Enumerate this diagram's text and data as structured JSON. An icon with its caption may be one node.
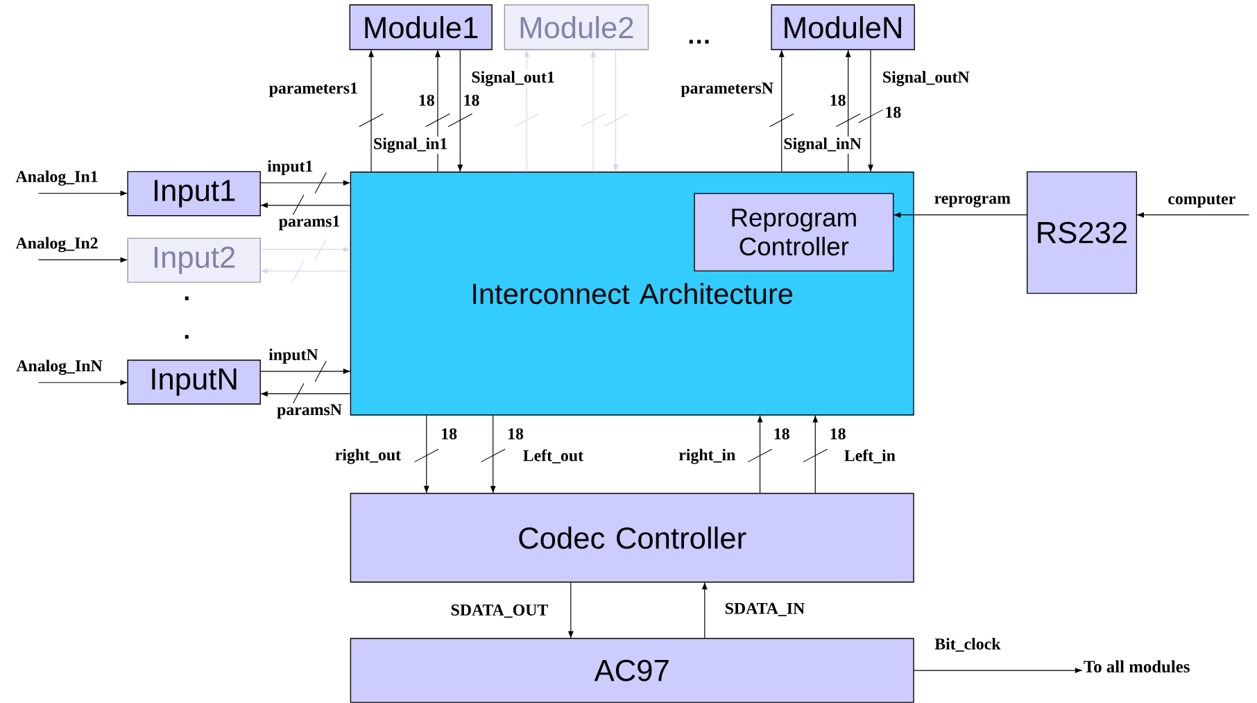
{
  "diagram": {
    "nodes": [
      {
        "text": [
          "Module1"
        ]
      },
      {
        "text": [
          "Module2"
        ]
      },
      {
        "text": [
          "ModuleN"
        ]
      },
      {
        "text": [
          "Input1"
        ]
      },
      {
        "text": [
          "Input2"
        ]
      },
      {
        "text": [
          "InputN"
        ]
      },
      {
        "text": [
          "Interconnect Architecture"
        ]
      },
      {
        "text": [
          "Reprogram Controller"
        ],
        "in": 6
      },
      {
        "text": [
          "RS232"
        ]
      },
      {
        "text": [
          "Codec Controller"
        ]
      },
      {
        "text": [
          "AC97"
        ]
      },
      {
        "text": [
          "To all modules"
        ]
      }
    ],
    "edges": [
      {
        "from": 6,
        "to": 0,
        "arrow": "to",
        "label": "parameters1"
      },
      {
        "from": 6,
        "to": 0,
        "arrow": "to",
        "label": "Signal_in1"
      },
      {
        "from": 0,
        "to": 6,
        "arrow": "to",
        "label": "Signal_out1"
      },
      {
        "from": 6,
        "to": 1,
        "arrow": "to",
        "color": "#d6d6f0"
      },
      {
        "from": 6,
        "to": 1,
        "arrow": "to",
        "color": "#d6d6f0"
      },
      {
        "from": 1,
        "to": 6,
        "arrow": "to",
        "color": "#d6d6f0"
      },
      {
        "from": 6,
        "to": 2,
        "arrow": "to",
        "label": "parametersN"
      },
      {
        "from": 6,
        "to": 2,
        "arrow": "to",
        "label": "Signal_inN"
      },
      {
        "from": 2,
        "to": 6,
        "arrow": "to",
        "label": "Signal_outN"
      },
      {
        "from": null,
        "to": 3,
        "arrow": "to",
        "label": "Analog_In1"
      },
      {
        "from": 3,
        "to": 6,
        "arrow": "to",
        "label": "input1"
      },
      {
        "from": 6,
        "to": 3,
        "arrow": "to",
        "label": "params1"
      },
      {
        "from": null,
        "to": 4,
        "arrow": "to",
        "label": "Analog_In2"
      },
      {
        "from": 4,
        "to": 6,
        "arrow": "to",
        "color": "#d6d6f0"
      },
      {
        "from": 6,
        "to": 4,
        "arrow": "to",
        "color": "#d6d6f0"
      },
      {
        "from": null,
        "to": 5,
        "arrow": "to",
        "label": "Analog_InN"
      },
      {
        "from": 5,
        "to": 6,
        "arrow": "to",
        "label": "inputN"
      },
      {
        "from": 6,
        "to": 5,
        "arrow": "to",
        "label": "paramsN"
      },
      {
        "from": 8,
        "to": 7,
        "arrow": "to",
        "label": "reprogram"
      },
      {
        "from": null,
        "to": 8,
        "arrow": "to",
        "label": "computer"
      },
      {
        "from": 6,
        "to": 9,
        "arrow": "to",
        "label": "right_out"
      },
      {
        "from": 6,
        "to": 9,
        "arrow": "to",
        "label": "Left_out"
      },
      {
        "from": 9,
        "to": 6,
        "arrow": "to",
        "label": "right_in"
      },
      {
        "from": 9,
        "to": 6,
        "arrow": "to",
        "label": "Left_in"
      },
      {
        "from": 9,
        "to": 10,
        "arrow": "to",
        "label": "SDATA_OUT"
      },
      {
        "from": 10,
        "to": 9,
        "arrow": "to",
        "label": "SDATA_IN"
      },
      {
        "from": 10,
        "to": 11,
        "arrow": "to",
        "label": "Bit_clock"
      }
    ],
    "labels": [
      "…",
      "18",
      "18",
      "18",
      "18",
      ".",
      ".",
      "18",
      "18",
      "18",
      "18"
    ]
  }
}
